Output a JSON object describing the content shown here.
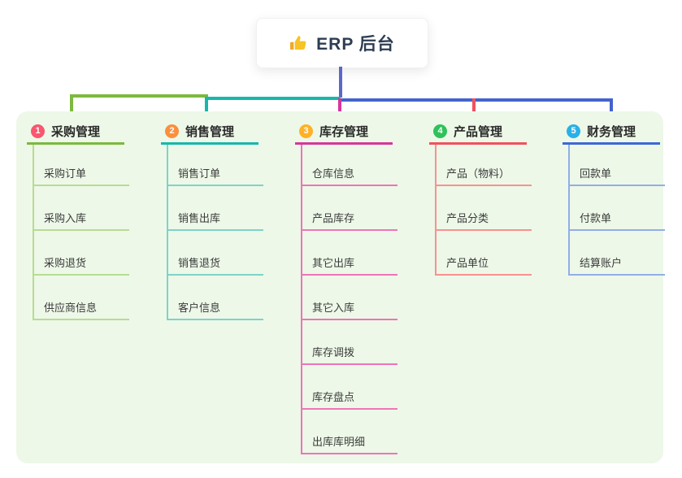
{
  "root": {
    "label": "ERP 后台",
    "icon": "thumbs-up-icon"
  },
  "colors": {
    "panel_background": "#edf8e8",
    "root_stem": "#5b68c8",
    "trunk_blue": "#4364cc"
  },
  "branches": [
    {
      "number": "1",
      "label": "采购管理",
      "badge_color": "#f8576e",
      "line_color": "#7cb93e",
      "child_line_color": "#b7dc92",
      "children": [
        "采购订单",
        "采购入库",
        "采购退货",
        "供应商信息"
      ]
    },
    {
      "number": "2",
      "label": "销售管理",
      "badge_color": "#fb8f3c",
      "line_color": "#16b8ac",
      "child_line_color": "#7ed3c8",
      "children": [
        "销售订单",
        "销售出库",
        "销售退货",
        "客户信息"
      ]
    },
    {
      "number": "3",
      "label": "库存管理",
      "badge_color": "#ffb127",
      "line_color": "#d6369b",
      "child_line_color": "#ee74b8",
      "children": [
        "仓库信息",
        "产品库存",
        "其它出库",
        "其它入库",
        "库存调拨",
        "库存盘点",
        "出库库明细"
      ]
    },
    {
      "number": "4",
      "label": "产品管理",
      "badge_color": "#2fc25b",
      "line_color": "#f0515e",
      "child_line_color": "#f9918f",
      "children": [
        "产品（物料）",
        "产品分类",
        "产品单位"
      ]
    },
    {
      "number": "5",
      "label": "财务管理",
      "badge_color": "#29b0e8",
      "line_color": "#3f66d6",
      "child_line_color": "#92aee8",
      "children": [
        "回款单",
        "付款单",
        "结算账户"
      ]
    }
  ]
}
